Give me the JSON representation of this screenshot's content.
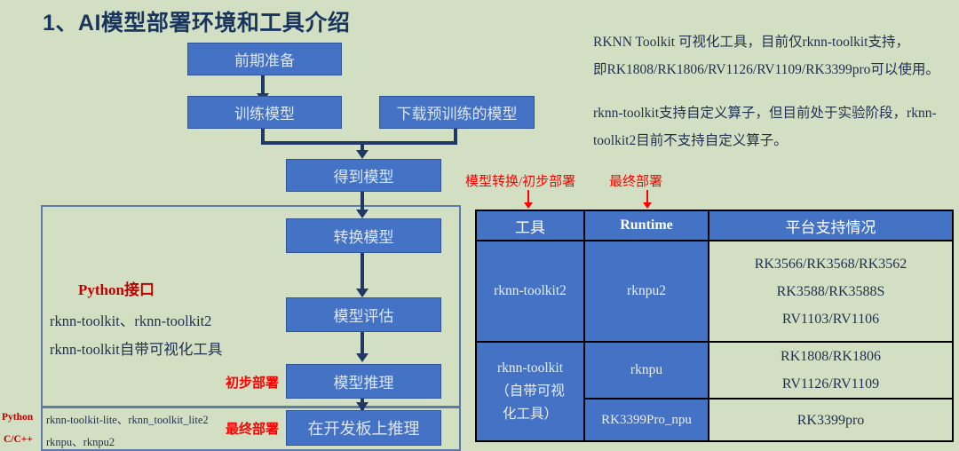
{
  "page": {
    "title": "1、AI模型部署环境和工具介绍",
    "background_color": "#d3dfc2",
    "box_color": "#4472c4",
    "accent_red": "#ff0000",
    "title_color": "#19355e"
  },
  "flow": {
    "nodes": [
      {
        "id": "prep",
        "label": "前期准备"
      },
      {
        "id": "train",
        "label": "训练模型"
      },
      {
        "id": "download",
        "label": "下载预训练的模型"
      },
      {
        "id": "getmodel",
        "label": "得到模型"
      },
      {
        "id": "convert",
        "label": "转换模型"
      },
      {
        "id": "evaluate",
        "label": "模型评估"
      },
      {
        "id": "inference",
        "label": "模型推理"
      },
      {
        "id": "board",
        "label": "在开发板上推理"
      }
    ]
  },
  "left_panel": {
    "api_title": "Python接口",
    "lines": [
      "rknn-toolkit、rknn-toolkit2",
      "rknn-toolkit自带可视化工具"
    ],
    "stage_label": "初步部署"
  },
  "bottom_panel": {
    "side_labels": [
      "Python",
      "C/C++"
    ],
    "lines": [
      "rknn-toolkit-lite、rknn_toolkit_lite2",
      "rknpu、rknpu2"
    ],
    "stage_label": "最终部署"
  },
  "notes": {
    "paragraph1": [
      "RKNN Toolkit 可视化工具，目前仅rknn-toolkit支持，",
      "即RK1808/RK1806/RV1126/RV1109/RK3399pro可以使用。"
    ],
    "paragraph2": [
      "rknn-toolkit支持自定义算子，但目前处于实验阶段，rknn-",
      "toolkit2目前不支持自定义算子。"
    ]
  },
  "table_annotations": {
    "left": "模型转换/初步部署",
    "right": "最终部署"
  },
  "table": {
    "headers": [
      "工具",
      "Runtime",
      "平台支持情况"
    ],
    "rows": [
      {
        "tool": "rknn-toolkit2",
        "runtime": "rknpu2",
        "platforms": [
          "RK3566/RK3568/RK3562",
          "RK3588/RK3588S",
          "RV1103/RV1106"
        ]
      },
      {
        "tool": "rknn-toolkit（自带可视化工具）",
        "tool_lines": [
          "rknn-toolkit",
          "（自带可视",
          "化工具）"
        ],
        "runtime": "rknpu",
        "platforms": [
          "RK1808/RK1806",
          "RV1126/RV1109"
        ]
      },
      {
        "runtime": "RK3399Pro_npu",
        "platforms": [
          "RK3399pro"
        ]
      }
    ]
  }
}
